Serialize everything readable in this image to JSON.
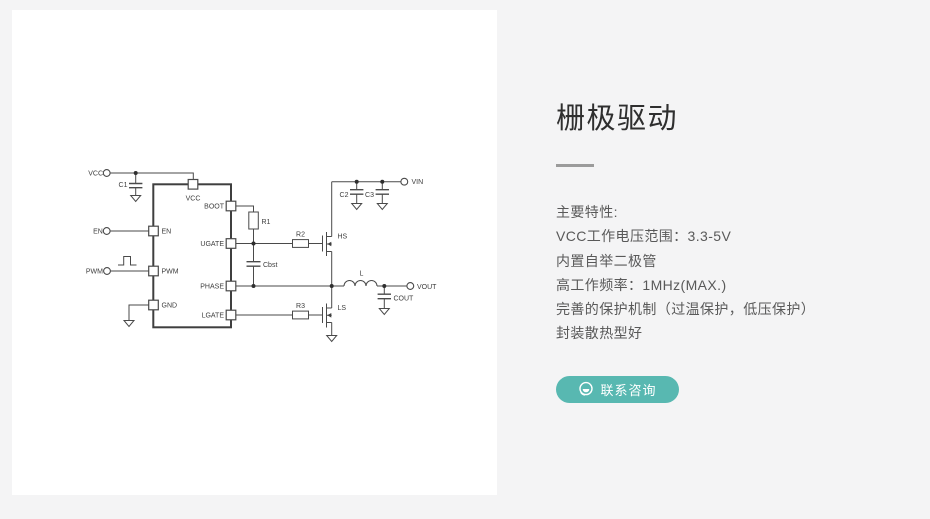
{
  "page": {
    "background_color": "#f4f4f5",
    "panel_color": "#ffffff",
    "accent_color": "#58b8b1"
  },
  "product": {
    "title": "栅极驱动",
    "features": [
      "主要特性:",
      "VCC工作电压范围：3.3-5V",
      "内置自举二极管",
      "高工作频率：1MHz(MAX.)",
      "完善的保护机制（过温保护，低压保护）",
      "封装散热型好"
    ],
    "contact_button": {
      "label": "联系咨询",
      "icon": "customer-service-icon",
      "background_color": "#58b8b1"
    }
  },
  "circuit": {
    "input_terminals": {
      "vcc": "VCC",
      "en": "EN",
      "pwm": "PWM"
    },
    "output_terminals": {
      "vin": "VIN",
      "vout": "VOUT"
    },
    "ic_pins": {
      "vcc": "VCC",
      "en": "EN",
      "pwm": "PWM",
      "gnd": "GND",
      "boot": "BOOT",
      "ugate": "UGATE",
      "phase": "PHASE",
      "lgate": "LGATE"
    },
    "components": {
      "c1": "C1",
      "c2": "C2",
      "c3": "C3",
      "cbst": "Cbst",
      "cout": "COUT",
      "r1": "R1",
      "r2": "R2",
      "r3": "R3",
      "l": "L",
      "hs": "HS",
      "ls": "LS"
    }
  }
}
